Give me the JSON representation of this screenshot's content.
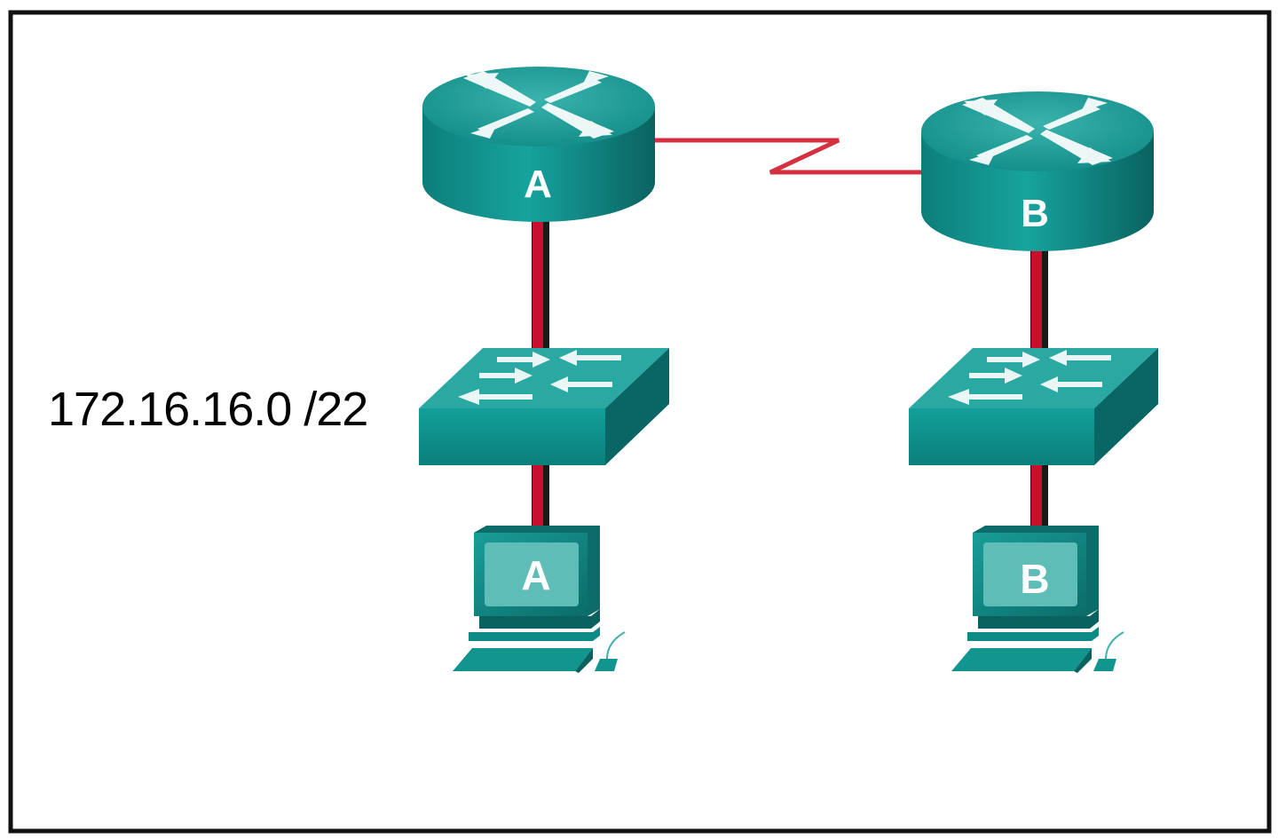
{
  "network": {
    "subnet_label": "172.16.16.0 /22"
  },
  "router_a": {
    "label": "A"
  },
  "router_b": {
    "label": "B"
  },
  "pc_a": {
    "label": "A"
  },
  "pc_b": {
    "label": "B"
  },
  "colors": {
    "device_teal": "#0e8a86",
    "device_dark": "#0a6664",
    "device_light": "#3fb0ab",
    "cable_red": "#c8102e",
    "serial_red": "#d4303f",
    "frame": "#111111"
  },
  "icons": {
    "router": "router-icon",
    "switch": "switch-icon",
    "pc": "pc-icon"
  }
}
